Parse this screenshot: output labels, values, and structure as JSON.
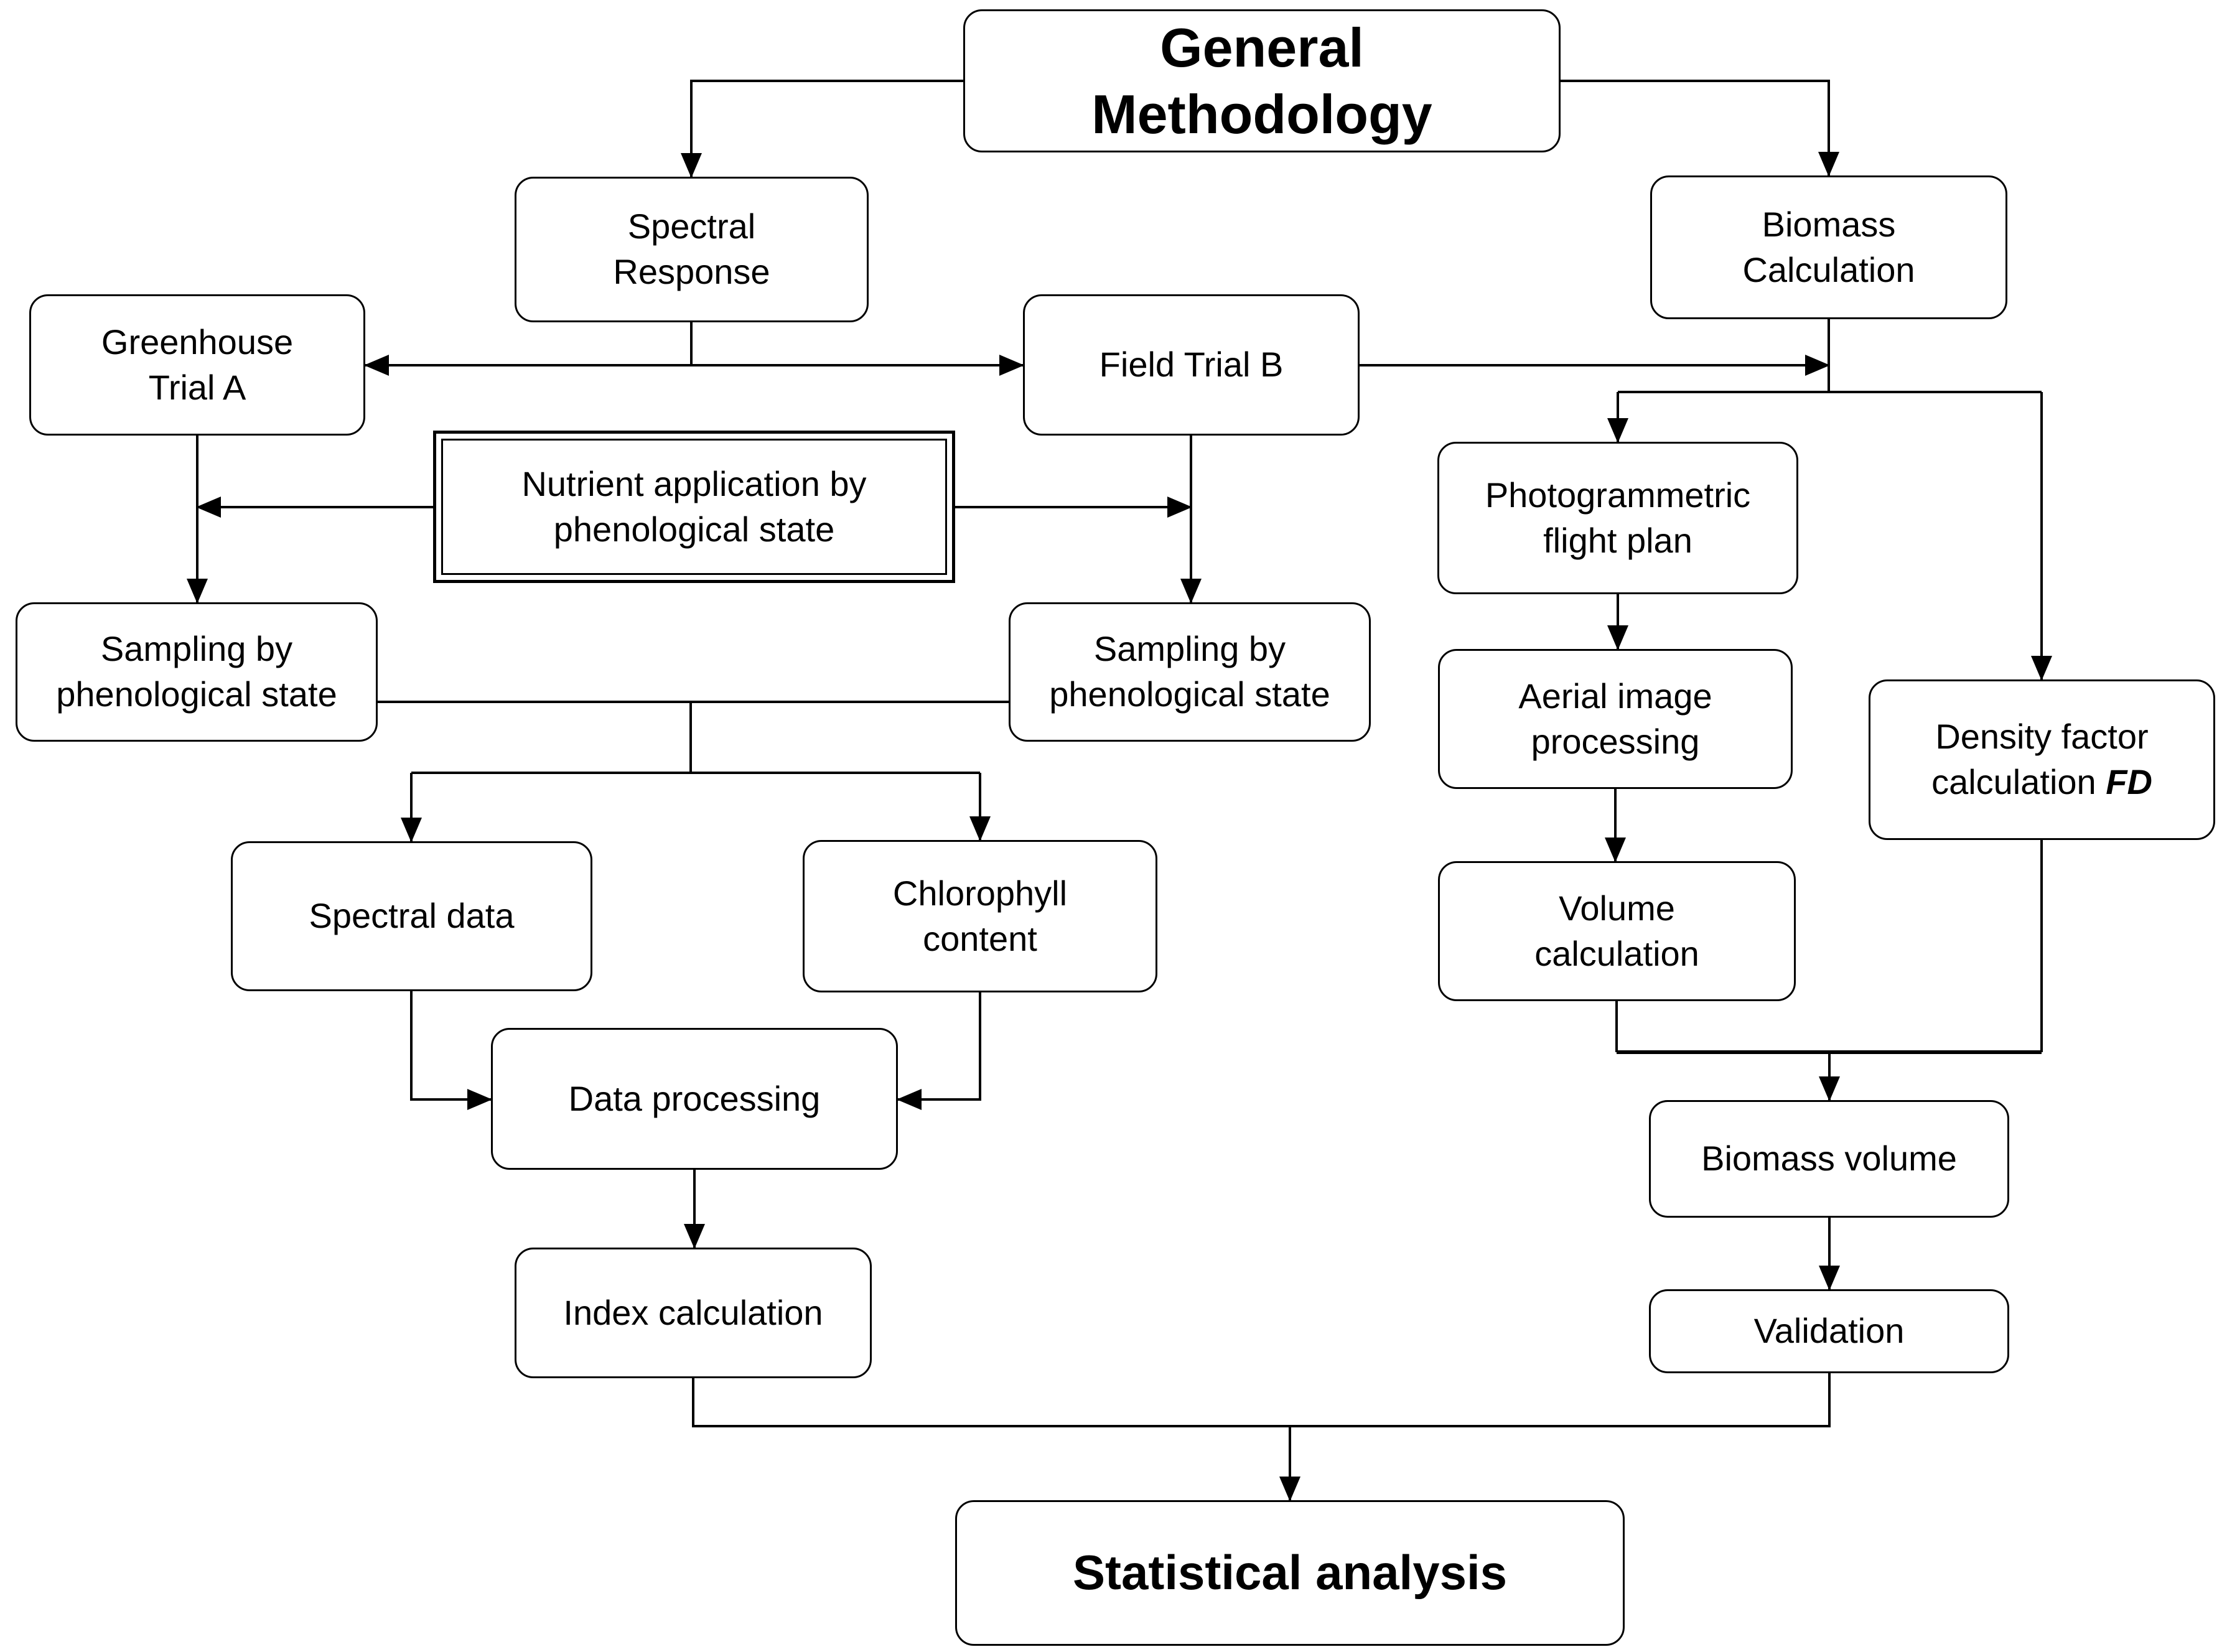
{
  "diagram": {
    "colors": {
      "background": "#ffffff",
      "line": "#000000",
      "text": "#000000",
      "node_fill": "#ffffff"
    },
    "nodes": {
      "general": {
        "label": "General\nMethodology"
      },
      "spectral_response": {
        "label": "Spectral\nResponse"
      },
      "biomass_calculation": {
        "label": "Biomass\nCalculation"
      },
      "greenhouse_trial": {
        "label": "Greenhouse\nTrial A"
      },
      "field_trial": {
        "label": "Field Trial B"
      },
      "nutrient_application": {
        "label": "Nutrient application by\nphenological state"
      },
      "sampling_left": {
        "label": "Sampling by\nphenological state"
      },
      "sampling_right": {
        "label": "Sampling by\nphenological state"
      },
      "photogrammetric": {
        "label": "Photogrammetric\nflight plan"
      },
      "aerial_processing": {
        "label": "Aerial image\nprocessing"
      },
      "density_factor": {
        "label": "Density factor\ncalculation",
        "suffix": "FD"
      },
      "volume_calculation": {
        "label": "Volume\ncalculation"
      },
      "spectral_data": {
        "label": "Spectral data"
      },
      "chlorophyll": {
        "label": "Chlorophyll\ncontent"
      },
      "data_processing": {
        "label": "Data processing"
      },
      "index_calculation": {
        "label": "Index calculation"
      },
      "biomass_volume": {
        "label": "Biomass volume"
      },
      "validation": {
        "label": "Validation"
      },
      "statistical_analysis": {
        "label": "Statistical analysis"
      }
    }
  }
}
